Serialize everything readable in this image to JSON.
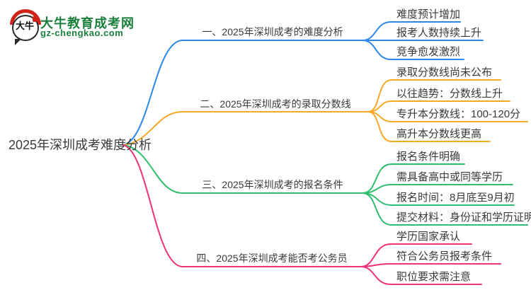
{
  "logo": {
    "site_name": "大牛教育成考网",
    "site_url": "gz-chengkao.com",
    "icon_text": "大牛",
    "brand_green": "#1b7f3c",
    "accent_red": "#cf2318"
  },
  "topic": {
    "label": "2025年深圳成考难度分析"
  },
  "palette": {
    "branch1_blue": "#2b87e9",
    "branch2_orange": "#f7a824",
    "branch3_green": "#2fbd70",
    "branch4_pink": "#ef3279",
    "text": "#3a3a3a"
  },
  "branches": [
    {
      "label": "一、2025年深圳成考的难度分析",
      "color": "#2b87e9",
      "items": [
        "难度预计增加",
        "报考人数持续上升",
        "竞争愈发激烈"
      ]
    },
    {
      "label": "二、2025年深圳成考的录取分数线",
      "color": "#f7a824",
      "items": [
        "录取分数线尚未公布",
        "以往趋势：分数线上升",
        "专升本分数线：100-120分",
        "高升本分数线更高"
      ]
    },
    {
      "label": "三、2025年深圳成考的报名条件",
      "color": "#2fbd70",
      "items": [
        "报名条件明确",
        "需具备高中或同等学历",
        "报名时间：8月底至9月初",
        "提交材料：身份证和学历证明"
      ]
    },
    {
      "label": "四、2025年深圳成考能否考公务员",
      "color": "#ef3279",
      "items": [
        "学历国家承认",
        "符合公务员报考条件",
        "职位要求需注意"
      ]
    }
  ]
}
